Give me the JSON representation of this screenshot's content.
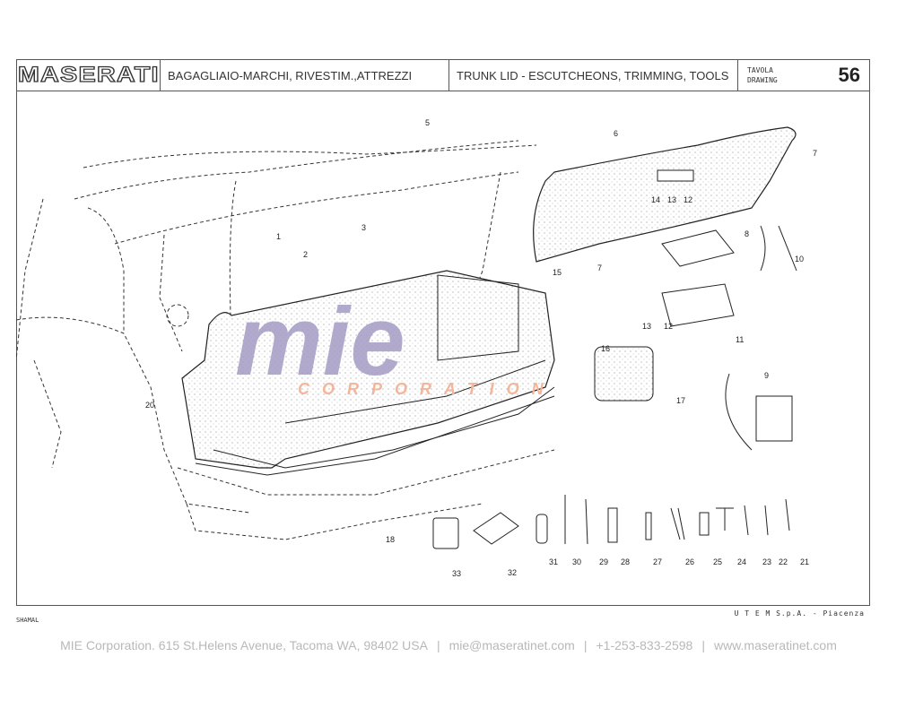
{
  "header": {
    "brand": "MASERATI",
    "title_it": "BAGAGLIAIO-MARCHI, RIVESTIM.,ATTREZZI",
    "title_en": "TRUNK LID - ESCUTCHEONS, TRIMMING, TOOLS",
    "drawing_label_it": "TAVOLA",
    "drawing_label_en": "DRAWING",
    "drawing_number": "56"
  },
  "callouts": {
    "c1": "1",
    "c2": "2",
    "c3": "3",
    "c5": "5",
    "c6": "6",
    "c7a": "7",
    "c7b": "7",
    "c8": "8",
    "c9": "9",
    "c10": "10",
    "c11": "11",
    "c12a": "12",
    "c12b": "12",
    "c13a": "13",
    "c13b": "13",
    "c14": "14",
    "c15": "15",
    "c16": "16",
    "c17": "17",
    "c18": "18",
    "c20": "20",
    "c21": "21",
    "c22": "22",
    "c23": "23",
    "c24": "24",
    "c25": "25",
    "c26": "26",
    "c27": "27",
    "c28": "28",
    "c29": "29",
    "c30": "30",
    "c31": "31",
    "c32": "32",
    "c33": "33"
  },
  "watermark": {
    "main": "mie",
    "sub": "CORPORATION",
    "color_primary": "#a39bc4",
    "color_secondary": "#f4b59a"
  },
  "model_name": "SHAMAL",
  "manufacturer": "U T E M  S.p.A. - Piacenza",
  "footer": {
    "company": "MIE Corporation. 615 St.Helens Avenue, Tacoma WA, 98402 USA",
    "email": "mie@maseratinet.com",
    "phone": "+1-253-833-2598",
    "website": "www.maseratinet.com"
  }
}
